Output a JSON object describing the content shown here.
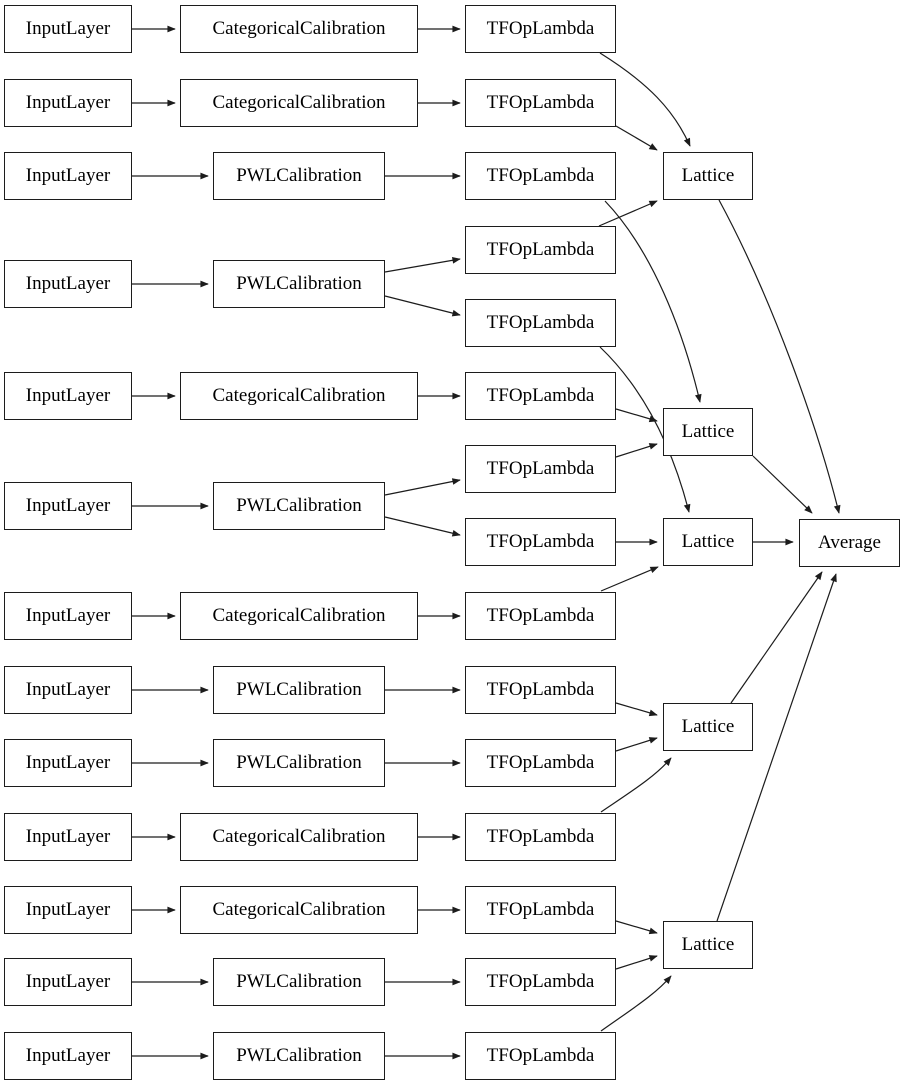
{
  "diagram": {
    "kind": "model-graph",
    "colors": {
      "background": "#ffffff",
      "node_border": "#1c1c1c",
      "edge": "#1c1c1c",
      "text": "#000000"
    },
    "nodes": [
      {
        "id": "il1",
        "label": "InputLayer"
      },
      {
        "id": "cc1",
        "label": "CategoricalCalibration"
      },
      {
        "id": "t1",
        "label": "TFOpLambda"
      },
      {
        "id": "il2",
        "label": "InputLayer"
      },
      {
        "id": "cc2",
        "label": "CategoricalCalibration"
      },
      {
        "id": "t2",
        "label": "TFOpLambda"
      },
      {
        "id": "il3",
        "label": "InputLayer"
      },
      {
        "id": "pwl3",
        "label": "PWLCalibration"
      },
      {
        "id": "t3",
        "label": "TFOpLambda"
      },
      {
        "id": "lat1",
        "label": "Lattice"
      },
      {
        "id": "t4",
        "label": "TFOpLambda"
      },
      {
        "id": "il4",
        "label": "InputLayer"
      },
      {
        "id": "pwl4",
        "label": "PWLCalibration"
      },
      {
        "id": "t5",
        "label": "TFOpLambda"
      },
      {
        "id": "il5",
        "label": "InputLayer"
      },
      {
        "id": "cc5",
        "label": "CategoricalCalibration"
      },
      {
        "id": "t6",
        "label": "TFOpLambda"
      },
      {
        "id": "lat2",
        "label": "Lattice"
      },
      {
        "id": "t7",
        "label": "TFOpLambda"
      },
      {
        "id": "il6",
        "label": "InputLayer"
      },
      {
        "id": "pwl6",
        "label": "PWLCalibration"
      },
      {
        "id": "t8",
        "label": "TFOpLambda"
      },
      {
        "id": "lat3",
        "label": "Lattice"
      },
      {
        "id": "avg",
        "label": "Average"
      },
      {
        "id": "il7",
        "label": "InputLayer"
      },
      {
        "id": "cc7",
        "label": "CategoricalCalibration"
      },
      {
        "id": "t9",
        "label": "TFOpLambda"
      },
      {
        "id": "il8",
        "label": "InputLayer"
      },
      {
        "id": "pwl8",
        "label": "PWLCalibration"
      },
      {
        "id": "t10",
        "label": "TFOpLambda"
      },
      {
        "id": "lat4",
        "label": "Lattice"
      },
      {
        "id": "il9",
        "label": "InputLayer"
      },
      {
        "id": "pwl9",
        "label": "PWLCalibration"
      },
      {
        "id": "t11",
        "label": "TFOpLambda"
      },
      {
        "id": "il10",
        "label": "InputLayer"
      },
      {
        "id": "cc10",
        "label": "CategoricalCalibration"
      },
      {
        "id": "t12",
        "label": "TFOpLambda"
      },
      {
        "id": "il11",
        "label": "InputLayer"
      },
      {
        "id": "cc11",
        "label": "CategoricalCalibration"
      },
      {
        "id": "t13",
        "label": "TFOpLambda"
      },
      {
        "id": "lat5",
        "label": "Lattice"
      },
      {
        "id": "il12",
        "label": "InputLayer"
      },
      {
        "id": "pwl12",
        "label": "PWLCalibration"
      },
      {
        "id": "t14",
        "label": "TFOpLambda"
      },
      {
        "id": "il13",
        "label": "InputLayer"
      },
      {
        "id": "pwl13",
        "label": "PWLCalibration"
      },
      {
        "id": "t15",
        "label": "TFOpLambda"
      }
    ],
    "edges": [
      {
        "from": "il1",
        "to": "cc1"
      },
      {
        "from": "il2",
        "to": "cc2"
      },
      {
        "from": "il3",
        "to": "pwl3"
      },
      {
        "from": "il4",
        "to": "pwl4"
      },
      {
        "from": "il5",
        "to": "cc5"
      },
      {
        "from": "il6",
        "to": "pwl6"
      },
      {
        "from": "il7",
        "to": "cc7"
      },
      {
        "from": "il8",
        "to": "pwl8"
      },
      {
        "from": "il9",
        "to": "pwl9"
      },
      {
        "from": "il10",
        "to": "cc10"
      },
      {
        "from": "il11",
        "to": "cc11"
      },
      {
        "from": "il12",
        "to": "pwl12"
      },
      {
        "from": "il13",
        "to": "pwl13"
      },
      {
        "from": "cc1",
        "to": "t1"
      },
      {
        "from": "cc2",
        "to": "t2"
      },
      {
        "from": "pwl3",
        "to": "t3"
      },
      {
        "from": "pwl4",
        "to": "t4"
      },
      {
        "from": "pwl4",
        "to": "t5"
      },
      {
        "from": "cc5",
        "to": "t6"
      },
      {
        "from": "pwl6",
        "to": "t7"
      },
      {
        "from": "pwl6",
        "to": "t8"
      },
      {
        "from": "cc7",
        "to": "t9"
      },
      {
        "from": "pwl8",
        "to": "t10"
      },
      {
        "from": "pwl9",
        "to": "t11"
      },
      {
        "from": "cc10",
        "to": "t12"
      },
      {
        "from": "cc11",
        "to": "t13"
      },
      {
        "from": "pwl12",
        "to": "t14"
      },
      {
        "from": "pwl13",
        "to": "t15"
      },
      {
        "from": "t1",
        "to": "lat1"
      },
      {
        "from": "t2",
        "to": "lat1"
      },
      {
        "from": "t4",
        "to": "lat1"
      },
      {
        "from": "t3",
        "to": "lat2"
      },
      {
        "from": "t6",
        "to": "lat2"
      },
      {
        "from": "t7",
        "to": "lat2"
      },
      {
        "from": "t5",
        "to": "lat3"
      },
      {
        "from": "t8",
        "to": "lat3"
      },
      {
        "from": "t9",
        "to": "lat3"
      },
      {
        "from": "t10",
        "to": "lat4"
      },
      {
        "from": "t11",
        "to": "lat4"
      },
      {
        "from": "t12",
        "to": "lat4"
      },
      {
        "from": "t13",
        "to": "lat5"
      },
      {
        "from": "t14",
        "to": "lat5"
      },
      {
        "from": "t15",
        "to": "lat5"
      },
      {
        "from": "lat1",
        "to": "avg"
      },
      {
        "from": "lat2",
        "to": "avg"
      },
      {
        "from": "lat3",
        "to": "avg"
      },
      {
        "from": "lat4",
        "to": "avg"
      },
      {
        "from": "lat5",
        "to": "avg"
      }
    ]
  }
}
